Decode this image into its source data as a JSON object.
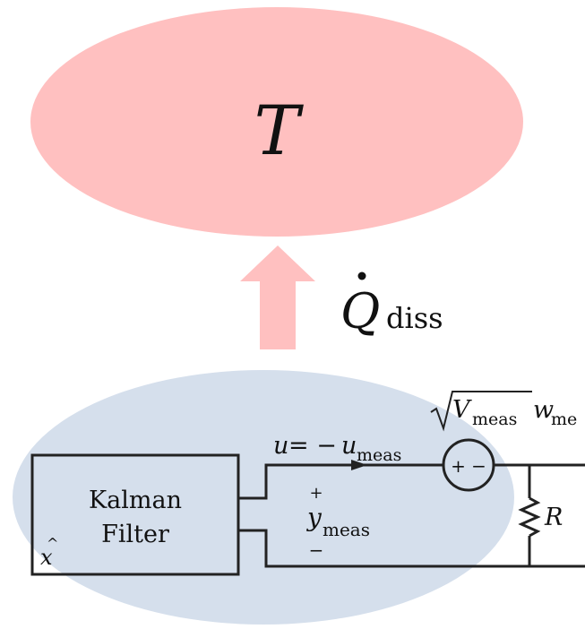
{
  "top_node": {
    "symbol": "T",
    "fill": "#ffc0c0"
  },
  "heat_flow": {
    "arrow_color": "#ffc0c0",
    "label_main": "Q",
    "label_sub": "diss"
  },
  "controller_node": {
    "fill": "#d5dfec"
  },
  "kalman_filter": {
    "line1": "Kalman",
    "line2": "Filter",
    "state_estimate": "x"
  },
  "signals": {
    "u_lhs": "u",
    "u_eq": " = −",
    "u_rhs": "u",
    "u_rhs_sub": "meas",
    "y_symbol": "y",
    "y_sub": "meas",
    "plus": "+",
    "minus": "−"
  },
  "noise_source": {
    "v_symbol": "V",
    "v_sub": "meas",
    "w_symbol": "w",
    "w_sub": "me",
    "polarity": "+ −"
  },
  "resistor": {
    "label": "R"
  },
  "colors": {
    "line": "#222222",
    "text": "#111111"
  }
}
